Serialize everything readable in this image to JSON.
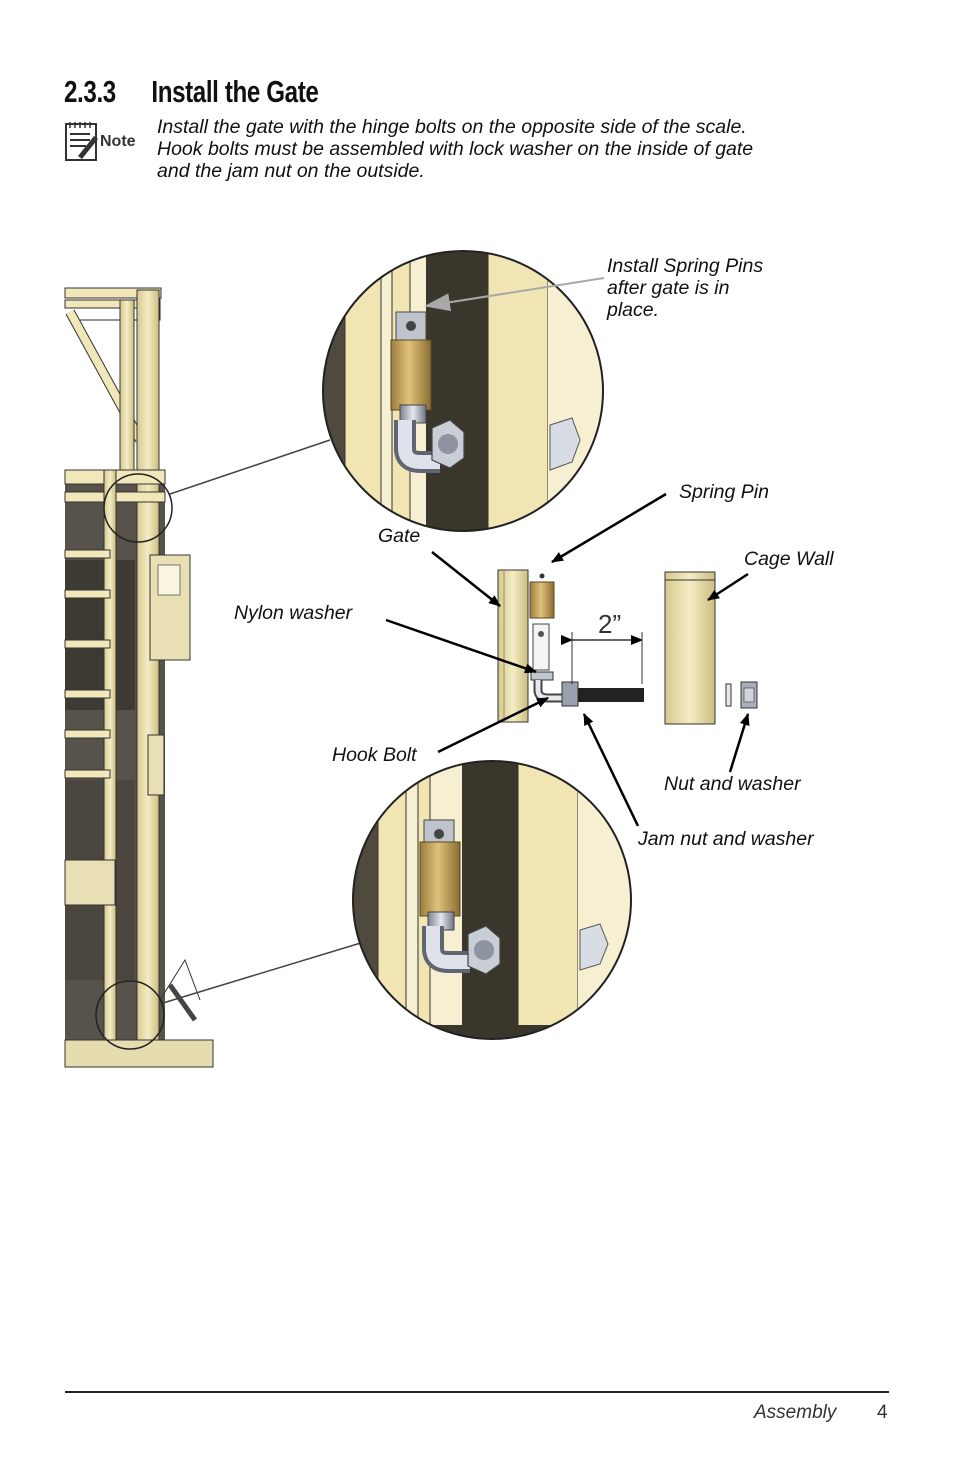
{
  "section": {
    "number": "2.3.3",
    "title": "Install the Gate"
  },
  "note": {
    "icon_label": "Note",
    "lines": [
      "Install the gate with the hinge bolts on the opposite side of the scale.",
      "Hook bolts must be assembled with lock washer on the inside of gate",
      "and the jam nut on the outside."
    ]
  },
  "figure": {
    "callouts": {
      "spring_pins": [
        "Install Spring Pins",
        "after gate is in",
        "place."
      ],
      "spring_pin": "Spring Pin",
      "gate": "Gate",
      "cage_wall": "Cage Wall",
      "nylon_washer": "Nylon washer",
      "hook_bolt": "Hook Bolt",
      "nut_and_washer": "Nut and washer",
      "jam_nut_and_washer": "Jam nut and washer"
    },
    "dimension": "2”"
  },
  "footer": {
    "section": "Assembly",
    "page": "4"
  }
}
